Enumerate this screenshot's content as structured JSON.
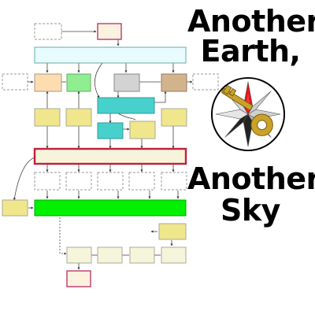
{
  "title": {
    "line1": "Another",
    "line2": "Earth,",
    "line3": "Another",
    "line4": "Sky"
  },
  "emblem": {
    "icon": "compass-rose-with-key-icon",
    "colors": {
      "star_light": "#d8d8d8",
      "star_dark": "#222222",
      "star_red": "#e0141c",
      "key_gold": "#c9a227",
      "ring": "#000000"
    }
  },
  "diagram": {
    "icon": "flowchart-icon",
    "colors": {
      "dashed_box": "#999999",
      "pink_box_fill": "#fbf3df",
      "pink_box_border": "#c0386b",
      "top_bar_fill": "#e8fcff",
      "peach": "#fddcb0",
      "green": "#90ee90",
      "gray": "#d3d3d3",
      "tan": "#d2b48c",
      "khaki": "#f0e68c",
      "teal": "#48d1cc",
      "center_bar_fill": "#f8f4dc",
      "center_bar_border": "#c0203c",
      "bright_green": "#00f000",
      "cream": "#f5f5dc"
    }
  }
}
